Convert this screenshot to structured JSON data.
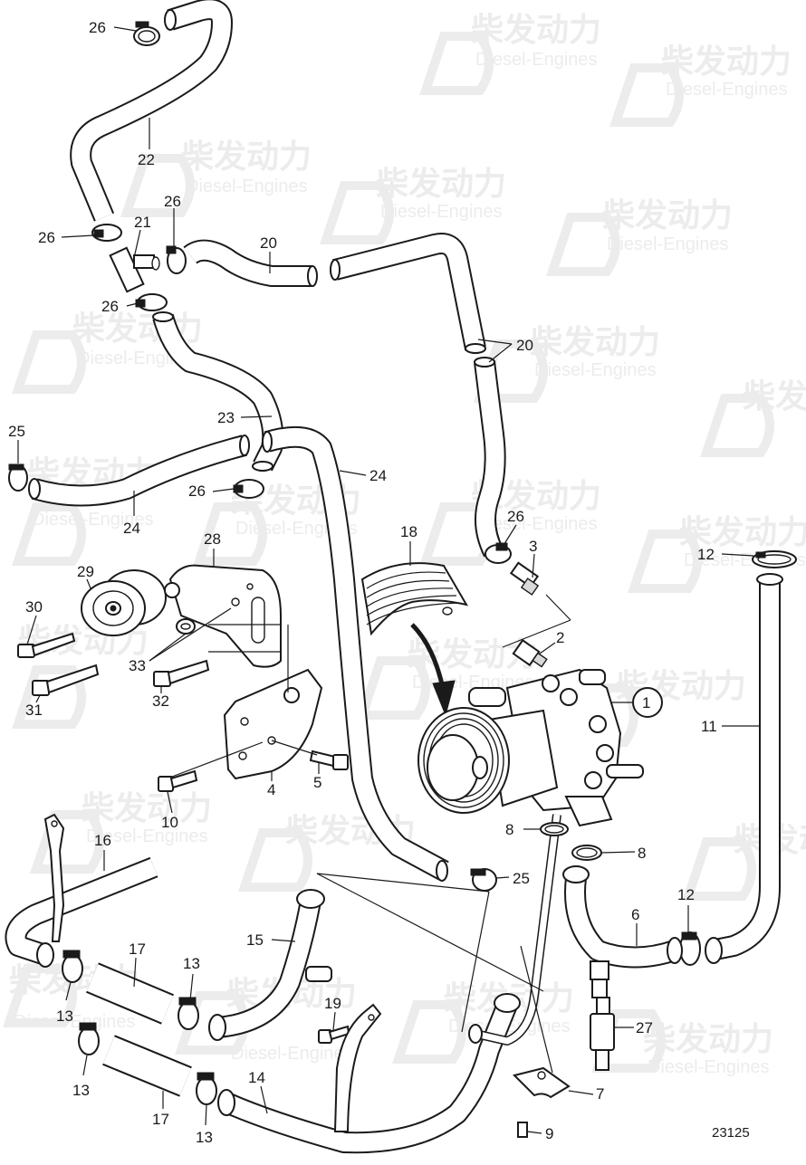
{
  "watermark": {
    "brand_cn": "柴发动力",
    "brand_en": "Diesel-Engines"
  },
  "drawing_number": "23125",
  "callouts": {
    "c1": "1",
    "c2": "2",
    "c3": "3",
    "c4": "4",
    "c5": "5",
    "c6": "6",
    "c7": "7",
    "c8a": "8",
    "c8b": "8",
    "c9": "9",
    "c10": "10",
    "c11": "11",
    "c12a": "12",
    "c12b": "12",
    "c13a": "13",
    "c13b": "13",
    "c13c": "13",
    "c13d": "13",
    "c14": "14",
    "c15": "15",
    "c16": "16",
    "c17a": "17",
    "c17b": "17",
    "c18": "18",
    "c19": "19",
    "c20a": "20",
    "c20b": "20",
    "c21": "21",
    "c22": "22",
    "c23": "23",
    "c24a": "24",
    "c24b": "24",
    "c25a": "25",
    "c25b": "25",
    "c26a": "26",
    "c26b": "26",
    "c26c": "26",
    "c26d": "26",
    "c26e": "26",
    "c26f": "26",
    "c27": "27",
    "c28": "28",
    "c29": "29",
    "c30": "30",
    "c31": "31",
    "c32": "32",
    "c33": "33"
  }
}
